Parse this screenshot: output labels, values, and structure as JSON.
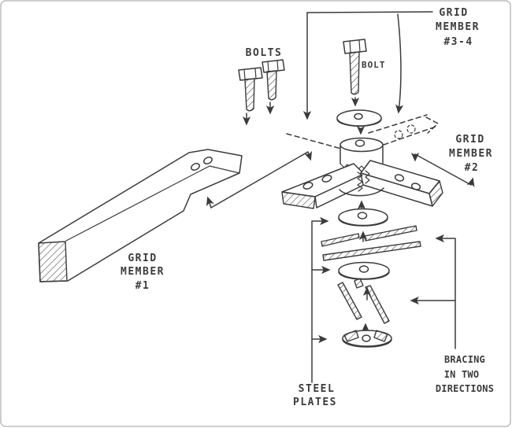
{
  "colors": {
    "ink": "#3b3b3b",
    "paper": "#ffffff",
    "frame": "#bdbdbd"
  },
  "diagram": {
    "labels": {
      "grid_member_3_4": {
        "line1": "GRID",
        "line2": "MEMBER",
        "line3": "#3-4"
      },
      "bolts": "BOLTS",
      "bolt": "BOLT",
      "grid_member_2": {
        "line1": "GRID",
        "line2": "MEMBER",
        "line3": "#2"
      },
      "grid_member_1": {
        "line1": "GRID",
        "line2": "MEMBER",
        "line3": "#1"
      },
      "steel_plates": {
        "line1": "STEEL",
        "line2": "PLATES"
      },
      "bracing": {
        "line1": "BRACING",
        "line2": "IN TWO",
        "line3": "DIRECTIONS"
      }
    }
  }
}
